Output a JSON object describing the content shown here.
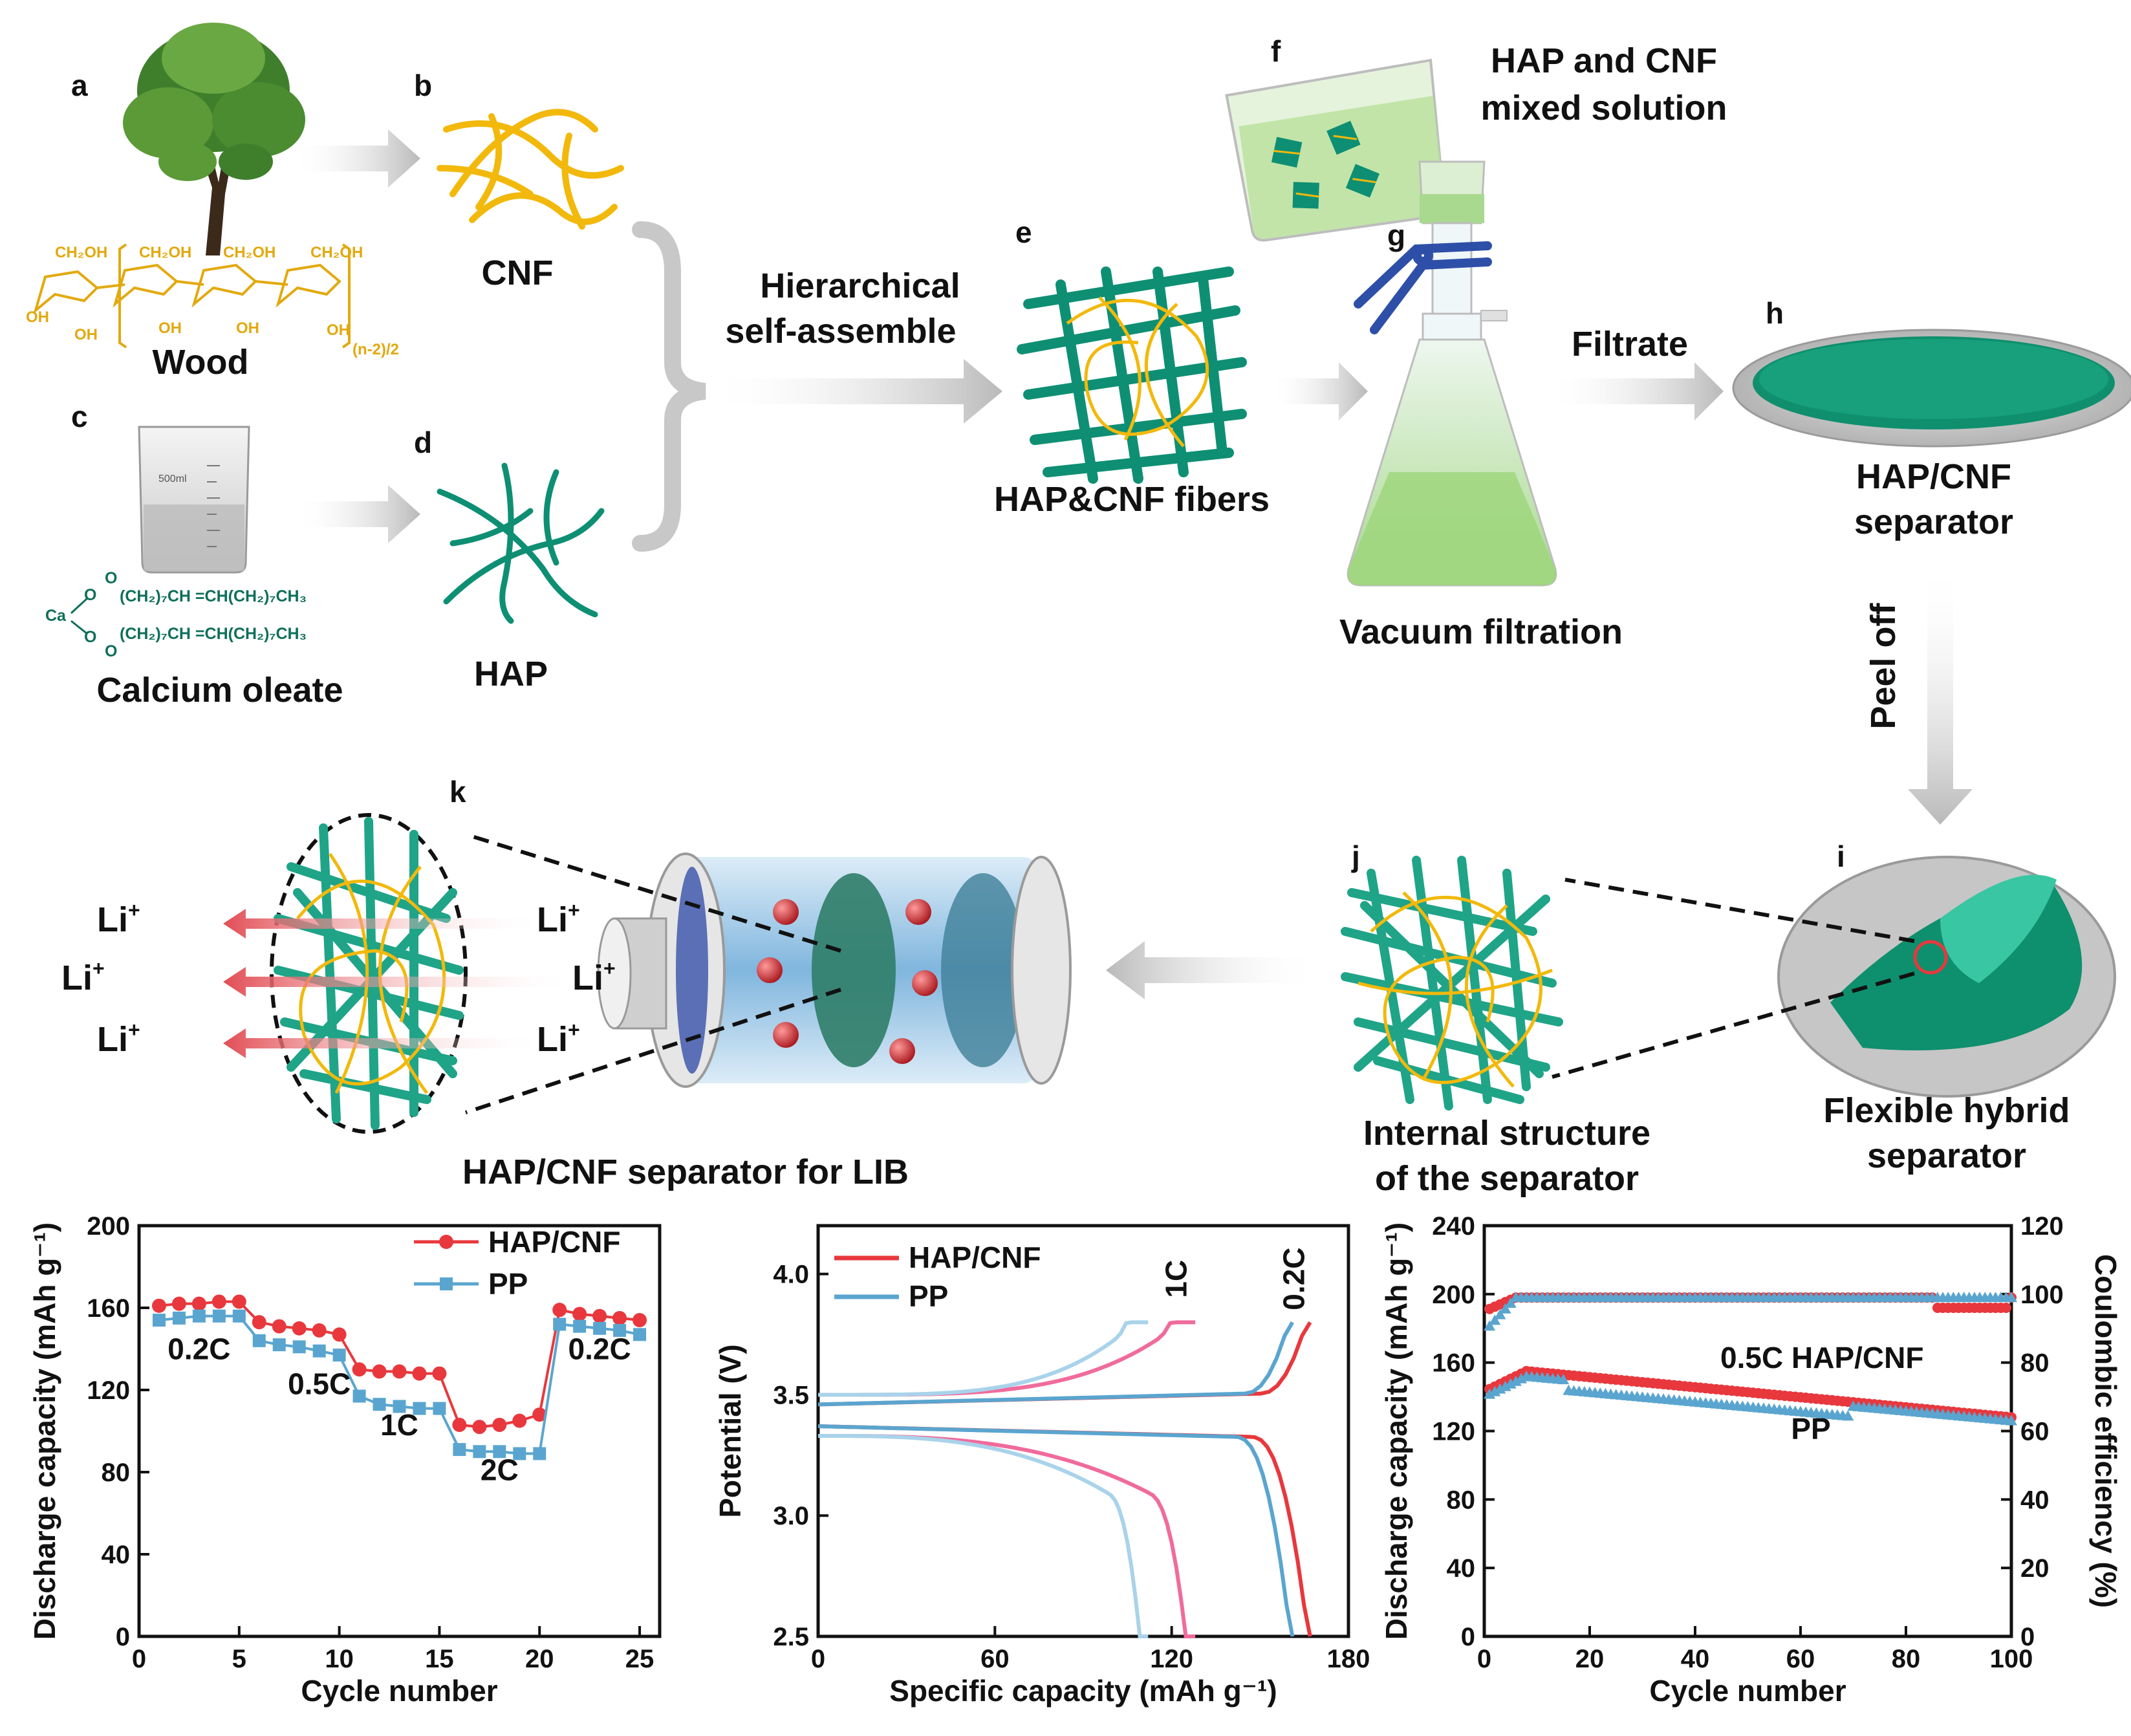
{
  "panels": {
    "a": "a",
    "b": "b",
    "c": "c",
    "d": "d",
    "e": "e",
    "f": "f",
    "g": "g",
    "h": "h",
    "i": "i",
    "j": "j",
    "k": "k"
  },
  "labels": {
    "wood": "Wood",
    "cnf": "CNF",
    "calcium_oleate": "Calcium oleate",
    "hap": "HAP",
    "hierarchical_1": "Hierarchical",
    "hierarchical_2": "self-assemble",
    "fibers": "HAP&CNF fibers",
    "mixed_1": "HAP and CNF",
    "mixed_2": "mixed solution",
    "vacuum": "Vacuum filtration",
    "filtrate": "Filtrate",
    "separator_1": "HAP/CNF",
    "separator_2": "separator",
    "peel_off": "Peel off",
    "flexible_1": "Flexible hybrid",
    "flexible_2": "separator",
    "internal_1": "Internal structure",
    "internal_2": "of the separator",
    "lib": "HAP/CNF separator for LIB",
    "li_ion": "Li",
    "li_charge": "+",
    "beaker_volume": "500ml"
  },
  "chem": {
    "ch2oh": "CH₂OH",
    "oh": "OH",
    "repeat": "(n-2)/2",
    "ca": "Ca",
    "o": "O",
    "chain": "(CH₂)₇CH =CH(CH₂)₇CH₃"
  },
  "colors": {
    "cnf": "#f2b90c",
    "hap": "#0e8f73",
    "hap_light": "#1fb496",
    "red": "#e8383d",
    "blue": "#5aa5cf",
    "pink": "#f06b9c",
    "lightblue": "#a9d3ea",
    "arrow": "#c8c8c8"
  },
  "chart_data": [
    {
      "type": "line",
      "ylabel": "Discharge capacity (mAh g⁻¹)",
      "xlabel": "Cycle number",
      "xlim": [
        0,
        26
      ],
      "ylim": [
        0,
        200
      ],
      "xticks": [
        0,
        5,
        10,
        15,
        20,
        25
      ],
      "yticks": [
        0,
        40,
        80,
        120,
        160,
        200
      ],
      "rate_labels": [
        "0.2C",
        "0.5C",
        "1C",
        "2C",
        "0.2C"
      ],
      "series": [
        {
          "name": "HAP/CNF",
          "x": [
            1,
            2,
            3,
            4,
            5,
            6,
            7,
            8,
            9,
            10,
            11,
            12,
            13,
            14,
            15,
            16,
            17,
            18,
            19,
            20,
            21,
            22,
            23,
            24,
            25
          ],
          "values": [
            161,
            162,
            162,
            163,
            163,
            153,
            151,
            150,
            149,
            147,
            130,
            129,
            129,
            128,
            128,
            103,
            102,
            103,
            105,
            108,
            159,
            157,
            156,
            155,
            154
          ]
        },
        {
          "name": "PP",
          "x": [
            1,
            2,
            3,
            4,
            5,
            6,
            7,
            8,
            9,
            10,
            11,
            12,
            13,
            14,
            15,
            16,
            17,
            18,
            19,
            20,
            21,
            22,
            23,
            24,
            25
          ],
          "values": [
            154,
            155,
            156,
            156,
            156,
            144,
            142,
            141,
            139,
            137,
            117,
            113,
            112,
            111,
            111,
            91,
            90,
            90,
            89,
            89,
            152,
            151,
            150,
            149,
            147
          ]
        }
      ]
    },
    {
      "type": "line",
      "ylabel": "Potential (V)",
      "xlabel": "Specific capacity (mAh g⁻¹)",
      "xlim": [
        0,
        180
      ],
      "ylim": [
        2.5,
        4.2
      ],
      "xticks": [
        0,
        60,
        120,
        180
      ],
      "yticks": [
        2.5,
        3.0,
        3.5,
        4.0
      ],
      "rate_labels": [
        "1C",
        "0.2C"
      ],
      "series": [
        {
          "name": "HAP/CNF",
          "rate": "0.2C",
          "capacity": 167
        },
        {
          "name": "PP",
          "rate": "0.2C",
          "capacity": 161
        },
        {
          "name": "HAP/CNF",
          "rate": "1C",
          "capacity": 128
        },
        {
          "name": "PP",
          "rate": "1C",
          "capacity": 112
        }
      ]
    },
    {
      "type": "scatter",
      "ylabel": "Discharge capacity (mAh g⁻¹)",
      "y2label": "Coulombic efficiency (%)",
      "xlabel": "Cycle number",
      "xlim": [
        0,
        100
      ],
      "ylim": [
        0,
        240
      ],
      "y2lim": [
        0,
        120
      ],
      "xticks": [
        0,
        20,
        40,
        60,
        80,
        100
      ],
      "yticks": [
        0,
        40,
        80,
        120,
        160,
        200,
        240
      ],
      "y2ticks": [
        0,
        20,
        40,
        60,
        80,
        100,
        120
      ],
      "annotation_rate": "0.5C",
      "series": [
        {
          "name": "HAP/CNF",
          "capacity_start": 155,
          "capacity_end": 128,
          "efficiency": 99
        },
        {
          "name": "PP",
          "capacity_start": 152,
          "capacity_end": 126,
          "efficiency": 99
        }
      ]
    }
  ]
}
